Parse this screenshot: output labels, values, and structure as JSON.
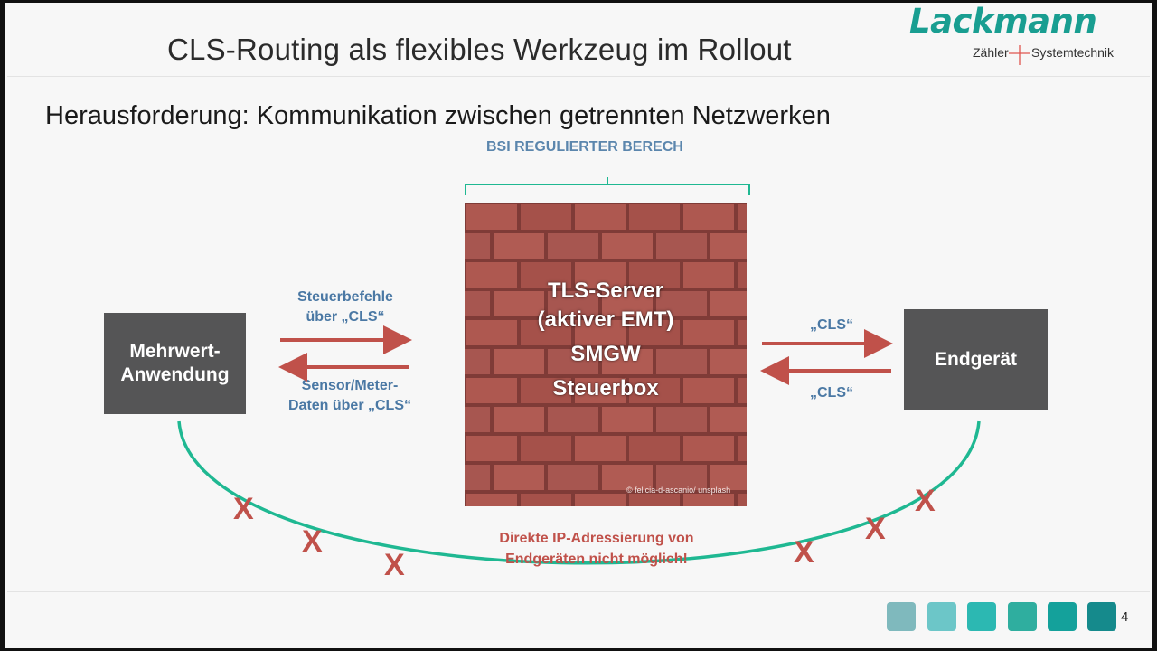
{
  "slide": {
    "title": "CLS-Routing als flexibles Werkzeug im Rollout",
    "subtitle": "Herausforderung: Kommunikation zwischen getrennten Netzwerken",
    "page_number": "4"
  },
  "logo": {
    "name": "Lackmann",
    "tagline_left": "Zähler",
    "tagline_right": "Systemtechnik"
  },
  "diagram": {
    "regulated_label": "BSI REGULIERTER BERECH",
    "left_box": {
      "line1": "Mehrwert-",
      "line2": "Anwendung"
    },
    "right_box": {
      "label": "Endgerät"
    },
    "wall": {
      "line1": "TLS-Server",
      "line2": "(aktiver EMT)",
      "line3": "SMGW",
      "line4": "Steuerbox",
      "credit": "© felicia-d-ascanio/ unsplash"
    },
    "left_top_label": {
      "line1": "Steuerbefehle",
      "line2": "über „CLS“"
    },
    "left_bottom_label": {
      "line1": "Sensor/Meter-",
      "line2": "Daten über „CLS“"
    },
    "right_top_label": "„CLS“",
    "right_bottom_label": "„CLS“",
    "warning": {
      "line1": "Direkte IP-Adressierung von",
      "line2": "Endgeräten nicht möglich!"
    },
    "blocked_mark": "X"
  },
  "colors": {
    "accent_teal": "#1fb892",
    "arrow_red": "#c0514a",
    "label_blue": "#4a78a4",
    "box_gray": "#555556",
    "brick": "#a54f48",
    "footer_squares": [
      "#7fb9bd",
      "#6cc6c8",
      "#2cb8b2",
      "#2fae9f",
      "#14a19b",
      "#158a8c"
    ]
  }
}
